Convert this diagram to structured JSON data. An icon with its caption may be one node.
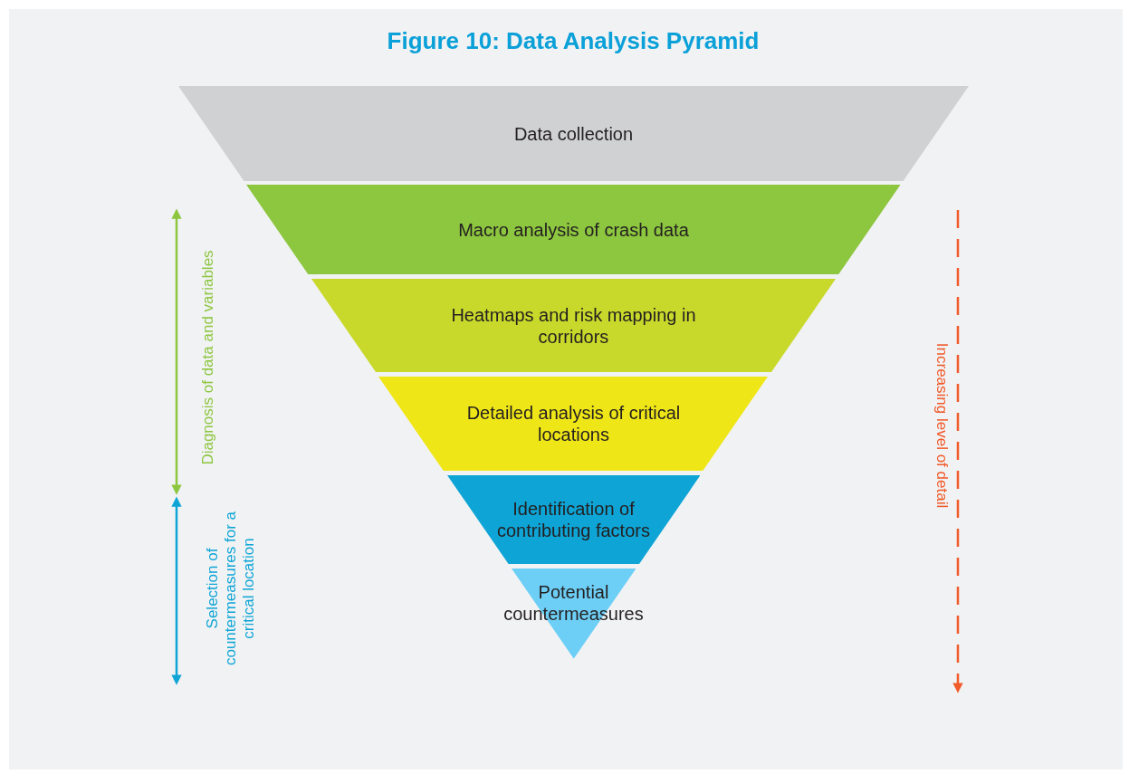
{
  "diagram": {
    "title": "Figure 10: Data Analysis Pyramid",
    "nodes": [
      {
        "text": [
          "Data collection"
        ]
      },
      {
        "text": [
          "Macro analysis of crash data"
        ]
      },
      {
        "text": [
          "Heatmaps and risk mapping in corridors"
        ]
      },
      {
        "text": [
          "Detailed analysis of critical locations"
        ]
      },
      {
        "text": [
          "Identification of contributing factors"
        ]
      },
      {
        "text": [
          "Potential countermeasures"
        ]
      }
    ],
    "labels": [
      "Diagnosis of data and variables",
      "Selection of countermeasures for a critical location",
      "Increasing level of detail"
    ]
  }
}
